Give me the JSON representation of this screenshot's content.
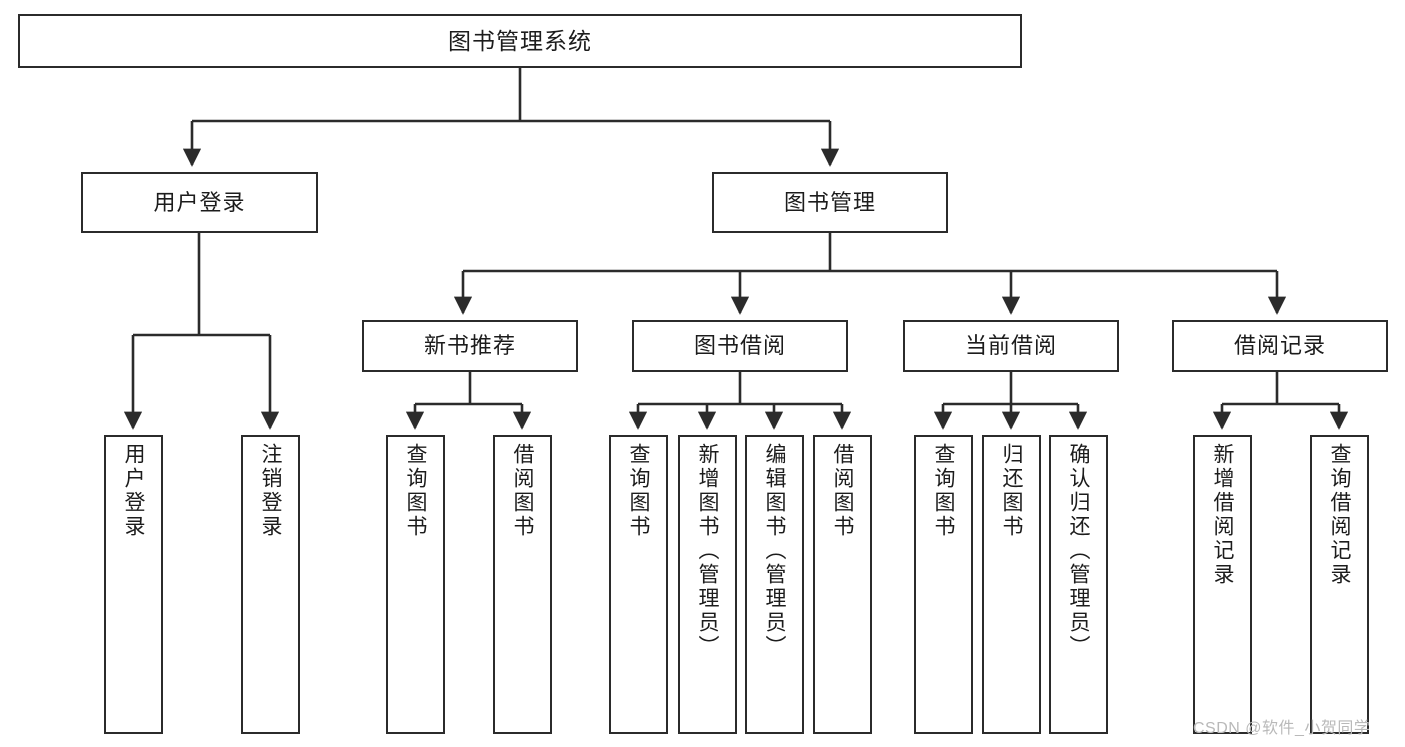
{
  "diagram": {
    "type": "tree",
    "title": "图书管理系统",
    "colors": {
      "node_border": "#2b2b2b",
      "node_fill": "#ffffff",
      "edge": "#2b2b2b",
      "text": "#1c1c1c",
      "watermark": "#b9b9b9"
    },
    "root": {
      "label": "图书管理系统"
    },
    "level2": [
      {
        "label": "用户登录"
      },
      {
        "label": "图书管理"
      }
    ],
    "level3": [
      {
        "label": "新书推荐"
      },
      {
        "label": "图书借阅"
      },
      {
        "label": "当前借阅"
      },
      {
        "label": "借阅记录"
      }
    ],
    "leaves": {
      "user_login": [
        {
          "label": "用户登录"
        },
        {
          "label": "注销登录"
        }
      ],
      "new_book_recommend": [
        {
          "label": "查询图书"
        },
        {
          "label": "借阅图书"
        }
      ],
      "book_borrow": [
        {
          "label": "查询图书"
        },
        {
          "label": "新增图书（管理员）"
        },
        {
          "label": "编辑图书（管理员）"
        },
        {
          "label": "借阅图书"
        }
      ],
      "current_borrow": [
        {
          "label": "查询图书"
        },
        {
          "label": "归还图书"
        },
        {
          "label": "确认归还（管理员）"
        }
      ],
      "borrow_record": [
        {
          "label": "新增借阅记录"
        },
        {
          "label": "查询借阅记录"
        }
      ]
    }
  },
  "watermark": {
    "text": "CSDN @软件_小贺同学"
  }
}
